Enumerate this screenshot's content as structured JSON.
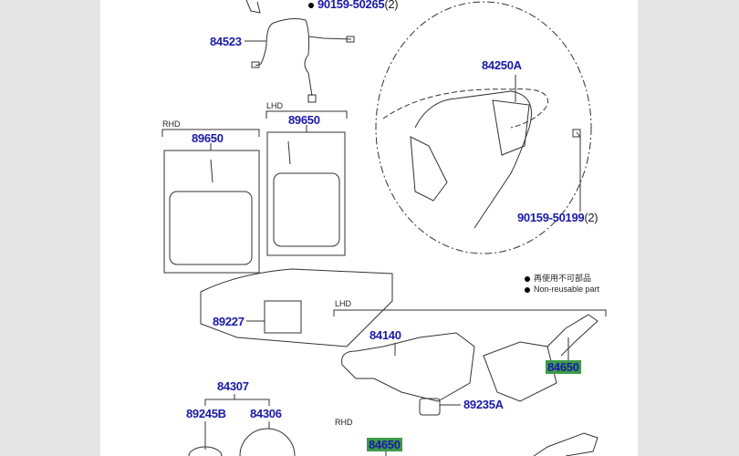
{
  "parts": {
    "p90159_50265": {
      "number": "90159-50265",
      "qty": "(2)"
    },
    "p84523": "84523",
    "p84250A": "84250A",
    "p89650_lhd": "89650",
    "p89650_rhd": "89650",
    "p90159_50199": {
      "number": "90159-50199",
      "qty": "(2)"
    },
    "p89227": "89227",
    "p84140": "84140",
    "p84650_lhd": "84650",
    "p89235A": "89235A",
    "p84307": "84307",
    "p89245B": "89245B",
    "p84306": "84306",
    "p84650_rhd": "84650"
  },
  "groups": {
    "lhd_top": "LHD",
    "rhd_top": "RHD",
    "lhd_switch": "LHD",
    "rhd_switch": "RHD"
  },
  "legend": {
    "line1": "再使用不可部品",
    "line2": "Non-reusable part"
  },
  "colors": {
    "part_number": "#1a1aa8",
    "highlight": "#3e9a4a"
  }
}
